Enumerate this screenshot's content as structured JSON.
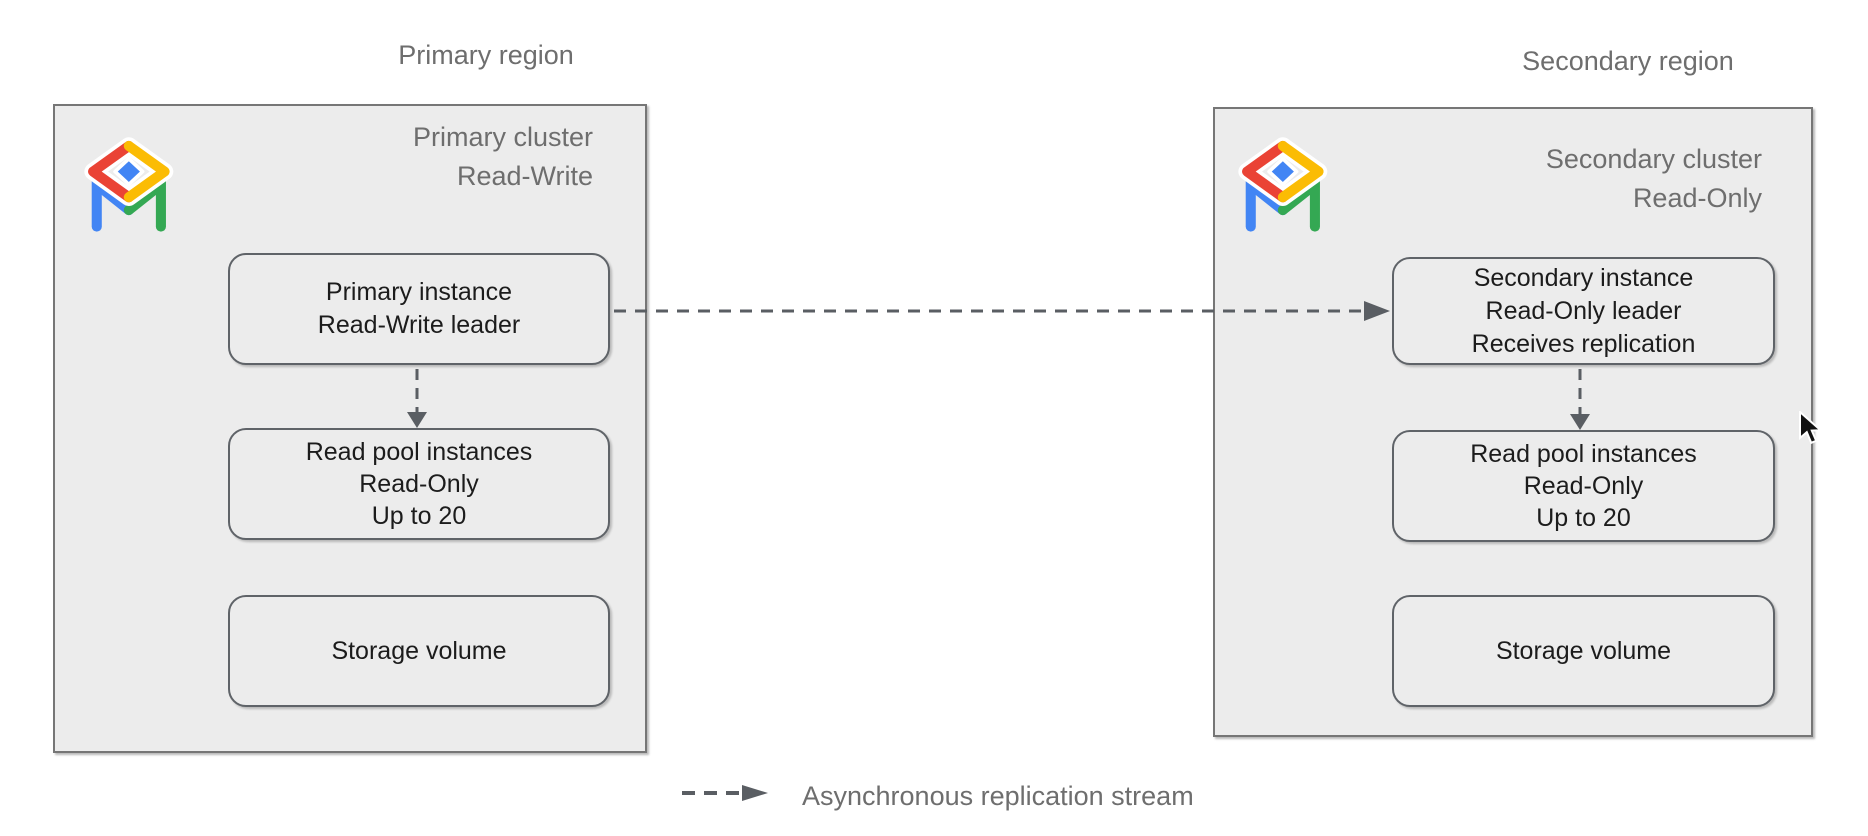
{
  "colors": {
    "panel_bg": "#ececec",
    "panel_border": "#767676",
    "node_border": "#5f6368",
    "text_dark": "#1c1c1c",
    "text_gray": "#6e6e6e",
    "arrow": "#5a5e63",
    "icon_red": "#EA4335",
    "icon_yellow": "#FBBC04",
    "icon_green": "#34A853",
    "icon_blue": "#4285F4"
  },
  "regions": [
    {
      "title": "Primary region",
      "cluster_title": [
        "Primary cluster",
        "Read-Write"
      ],
      "icon": "alloydb-icon",
      "instance_box": [
        "Primary instance",
        "Read-Write leader"
      ],
      "read_pool_box": [
        "Read pool instances",
        "Read-Only",
        "Up to 20"
      ],
      "storage_box": [
        "Storage volume"
      ]
    },
    {
      "title": "Secondary region",
      "cluster_title": [
        "Secondary cluster",
        "Read-Only"
      ],
      "icon": "alloydb-icon",
      "instance_box": [
        "Secondary instance",
        "Read-Only leader",
        "Receives replication"
      ],
      "read_pool_box": [
        "Read pool instances",
        "Read-Only",
        "Up to 20"
      ],
      "storage_box": [
        "Storage volume"
      ]
    }
  ],
  "legend": {
    "label": "Asynchronous replication stream"
  }
}
